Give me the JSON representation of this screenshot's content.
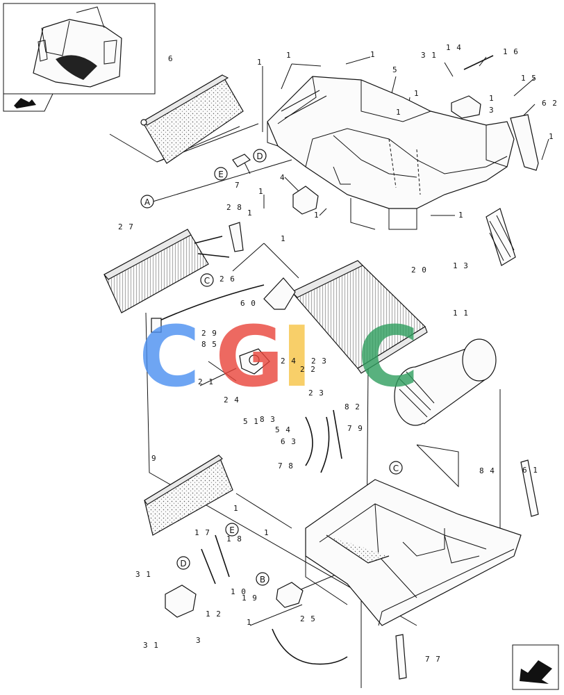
{
  "callouts": [
    {
      "text": "6"
    },
    {
      "text": "1"
    },
    {
      "text": "1"
    },
    {
      "text": "1"
    },
    {
      "text": "5"
    },
    {
      "text": "1 4"
    },
    {
      "text": "1 6"
    },
    {
      "text": "3 1"
    },
    {
      "text": "1"
    },
    {
      "text": "1"
    },
    {
      "text": "1 5"
    },
    {
      "text": "3"
    },
    {
      "text": "6 2"
    },
    {
      "text": "1"
    },
    {
      "text": "1"
    },
    {
      "text": "7"
    },
    {
      "text": "4"
    },
    {
      "text": "1"
    },
    {
      "text": "1"
    },
    {
      "text": "2 8"
    },
    {
      "text": "1"
    },
    {
      "text": "1"
    },
    {
      "text": "2 7"
    },
    {
      "text": "1 3"
    },
    {
      "text": "2 6"
    },
    {
      "text": "2 0"
    },
    {
      "text": "6 0"
    },
    {
      "text": "1 1"
    },
    {
      "text": "2 9"
    },
    {
      "text": "8 5"
    },
    {
      "text": "2 4"
    },
    {
      "text": "2 3"
    },
    {
      "text": "2 2"
    },
    {
      "text": "2 1"
    },
    {
      "text": "2 4"
    },
    {
      "text": "2 3"
    },
    {
      "text": "5 1"
    },
    {
      "text": "8 3"
    },
    {
      "text": "8 2"
    },
    {
      "text": "5 4"
    },
    {
      "text": "7 9"
    },
    {
      "text": "6 3"
    },
    {
      "text": "7 8"
    },
    {
      "text": "9"
    },
    {
      "text": "8 4"
    },
    {
      "text": "6 1"
    },
    {
      "text": "1"
    },
    {
      "text": "1 7"
    },
    {
      "text": "1 8"
    },
    {
      "text": "3 1"
    },
    {
      "text": "1 0"
    },
    {
      "text": "1 9"
    },
    {
      "text": "1 2"
    },
    {
      "text": "1"
    },
    {
      "text": "3"
    },
    {
      "text": "3 1"
    },
    {
      "text": "2 5"
    },
    {
      "text": "7 7"
    },
    {
      "text": "1"
    },
    {
      "text": "1"
    }
  ],
  "refs": [
    {
      "text": "A"
    },
    {
      "text": "D"
    },
    {
      "text": "E"
    },
    {
      "text": "C"
    },
    {
      "text": "C"
    },
    {
      "text": "E"
    },
    {
      "text": "D"
    },
    {
      "text": "B"
    }
  ],
  "watermark_letters": [
    {
      "letter": "C",
      "color": "#4a8ef0"
    },
    {
      "letter": "G",
      "color": "#e8443a"
    },
    {
      "letter": "I",
      "color": "#f6c343"
    },
    {
      "letter": "C",
      "color": "#2e9e5e"
    }
  ]
}
